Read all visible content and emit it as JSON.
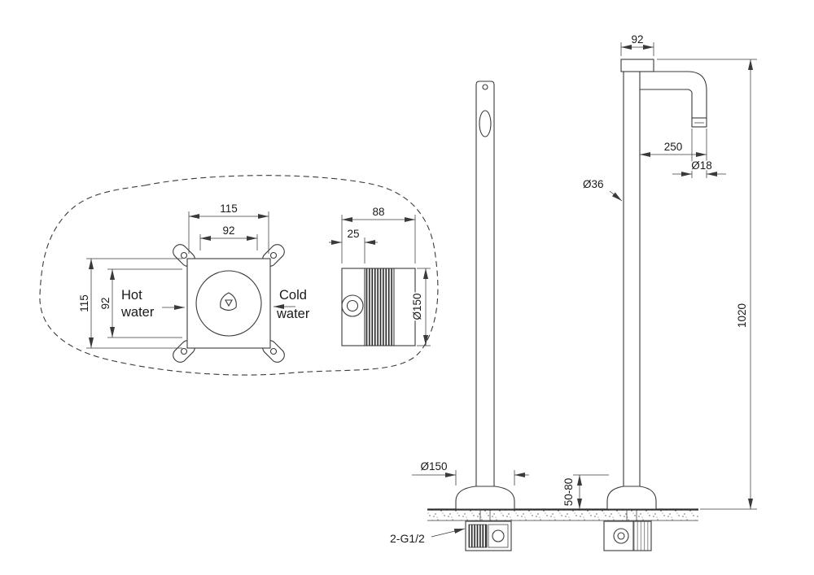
{
  "colors": {
    "line": "#3a3a3a",
    "background": "#ffffff"
  },
  "plan_view": {
    "dim_outer_width": "115",
    "dim_inner_width": "92",
    "dim_outer_height": "115",
    "dim_inner_height": "92",
    "hot_line1": "Hot",
    "hot_line2": "water",
    "cold_line1": "Cold",
    "cold_line2": "water"
  },
  "box_side_view": {
    "dim_depth": "88",
    "dim_front_section": "25",
    "dim_diameter": "Ø150"
  },
  "elevation": {
    "dim_top_cap_width": "92",
    "dim_spout_reach": "250",
    "dim_outlet_diameter": "Ø18",
    "dim_column_diameter": "Ø36",
    "dim_overall_height": "1020",
    "dim_base_diameter": "Ø150",
    "dim_floor_depth_range": "50-80",
    "thread_connection": "2-G1/2"
  }
}
